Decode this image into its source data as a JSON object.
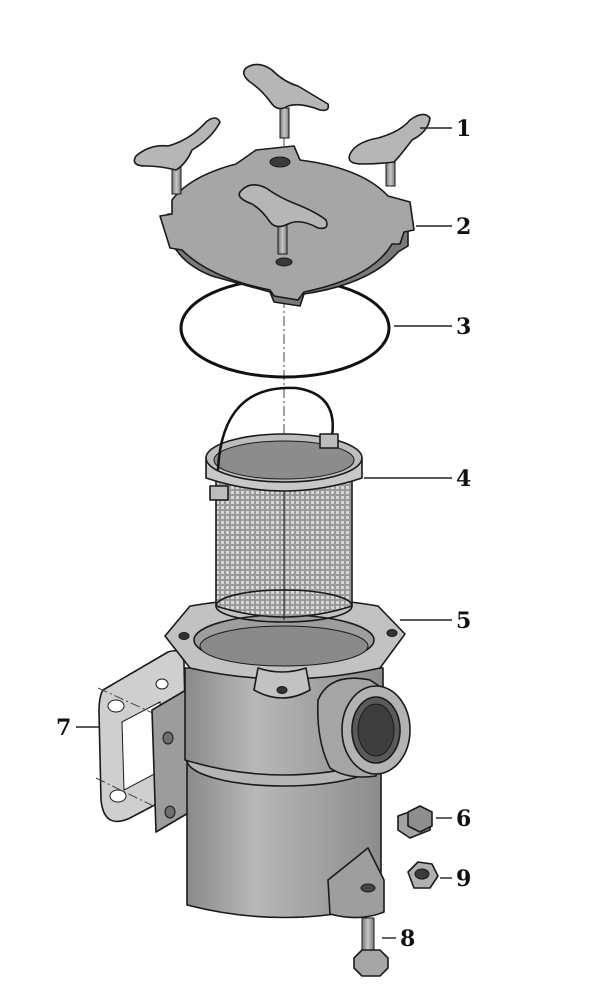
{
  "parts": [
    {
      "id": "part-1",
      "name": "t-handle-knob",
      "label": "1"
    },
    {
      "id": "part-2",
      "name": "strainer-lid",
      "label": "2"
    },
    {
      "id": "part-3",
      "name": "lid-o-ring",
      "label": "3"
    },
    {
      "id": "part-4",
      "name": "strainer-basket",
      "label": "4"
    },
    {
      "id": "part-5",
      "name": "strainer-housing",
      "label": "5"
    },
    {
      "id": "part-6",
      "name": "drain-plug",
      "label": "6"
    },
    {
      "id": "part-7",
      "name": "flange-gasket",
      "label": "7"
    },
    {
      "id": "part-8",
      "name": "mounting-bolt",
      "label": "8"
    },
    {
      "id": "part-9",
      "name": "hex-nut",
      "label": "9"
    }
  ],
  "colors": {
    "metal": "#a9a9a9",
    "metal_light": "#c4c4c4",
    "metal_dark": "#7e7e7e",
    "shadow": "#5e5e5e",
    "outline": "#1a1a1a",
    "gasket": "#d2d2d2"
  }
}
